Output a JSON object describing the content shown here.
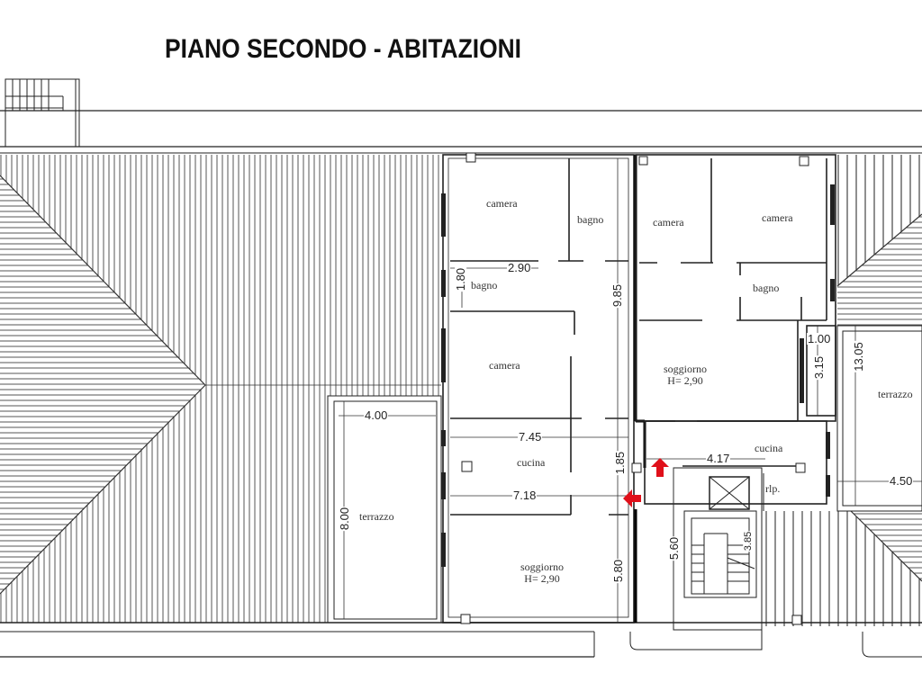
{
  "title": "PIANO SECONDO - ABITAZIONI",
  "colors": {
    "line": "#1a1a1a",
    "hatch": "#555555",
    "arrow": "#e0101a",
    "background": "#ffffff"
  },
  "rooms": [
    {
      "id": "camera-1",
      "label": "camera"
    },
    {
      "id": "bagno-1",
      "label": "bagno"
    },
    {
      "id": "camera-2",
      "label": "camera"
    },
    {
      "id": "camera-3",
      "label": "camera"
    },
    {
      "id": "bagno-2",
      "label": "bagno"
    },
    {
      "id": "bagno-3",
      "label": "bagno"
    },
    {
      "id": "camera-4",
      "label": "camera"
    },
    {
      "id": "soggiorno-1",
      "label": "soggiorno",
      "height_label": "H= 2,90"
    },
    {
      "id": "cucina-1",
      "label": "cucina"
    },
    {
      "id": "cucina-2",
      "label": "cucina"
    },
    {
      "id": "soggiorno-2",
      "label": "soggiorno",
      "height_label": "H= 2,90"
    },
    {
      "id": "terrazzo-left",
      "label": "terrazzo"
    },
    {
      "id": "terrazzo-right",
      "label": "terrazzo"
    },
    {
      "id": "ripostiglio",
      "label": "rlp."
    }
  ],
  "dimensions": {
    "d_2_90": "2.90",
    "d_1_80": "1.80",
    "d_9_85": "9.85",
    "d_7_45": "7.45",
    "d_7_18": "7.18",
    "d_1_85": "1.85",
    "d_5_80": "5.80",
    "d_5_60": "5.60",
    "d_4_17": "4.17",
    "d_1_00": "1.00",
    "d_3_15": "3.15",
    "d_13_05": "13.05",
    "d_4_50": "4.50",
    "d_4_00": "4.00",
    "d_8_00": "8.00",
    "d_3_85": "3.85"
  },
  "markers": [
    {
      "id": "entrance-arrow-up",
      "direction": "up"
    },
    {
      "id": "entrance-arrow-left",
      "direction": "left"
    }
  ]
}
